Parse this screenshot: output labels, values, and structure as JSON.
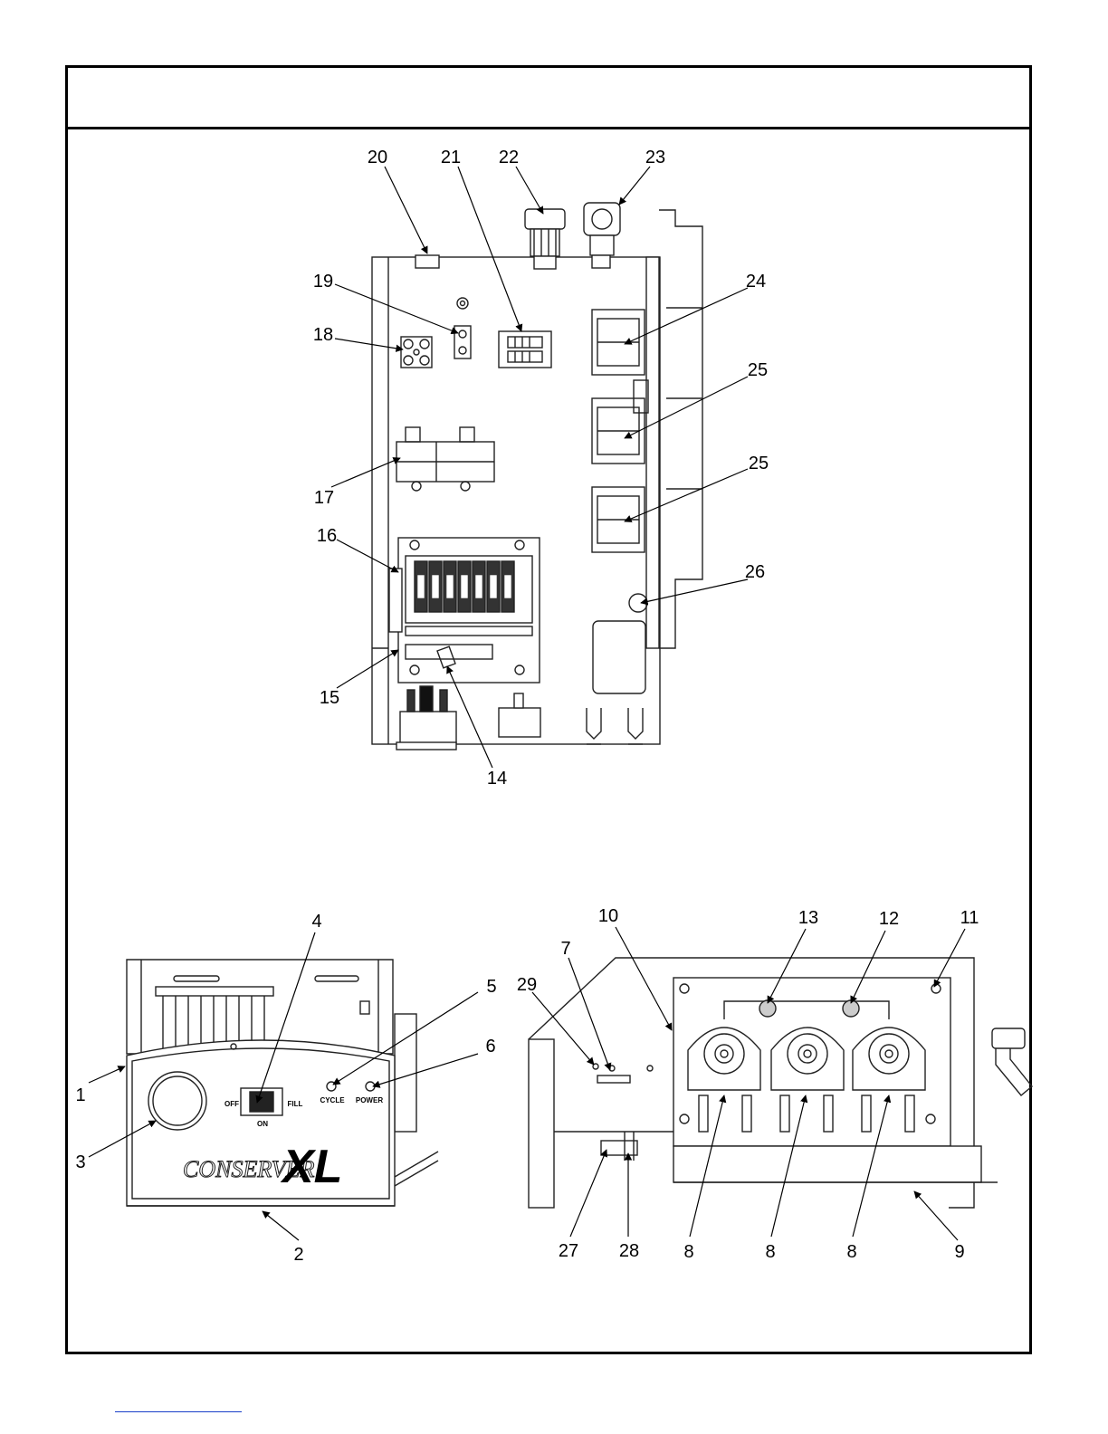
{
  "callouts": {
    "c1": "1",
    "c2": "2",
    "c3": "3",
    "c4": "4",
    "c5": "5",
    "c6": "6",
    "c7": "7",
    "c8a": "8",
    "c8b": "8",
    "c8c": "8",
    "c9": "9",
    "c10": "10",
    "c11": "11",
    "c12": "12",
    "c13": "13",
    "c14": "14",
    "c15": "15",
    "c16": "16",
    "c17": "17",
    "c18": "18",
    "c19": "19",
    "c20": "20",
    "c21": "21",
    "c22": "22",
    "c23": "23",
    "c24": "24",
    "c25a": "25",
    "c25b": "25",
    "c26": "26",
    "c27": "27",
    "c28": "28",
    "c29": "29"
  },
  "front_panel": {
    "switch_off": "OFF",
    "switch_fill": "FILL",
    "switch_on": "ON",
    "cycle_label": "CYCLE",
    "power_label": "POWER",
    "brand_name": "CONSERVER",
    "brand_model": "XL"
  }
}
